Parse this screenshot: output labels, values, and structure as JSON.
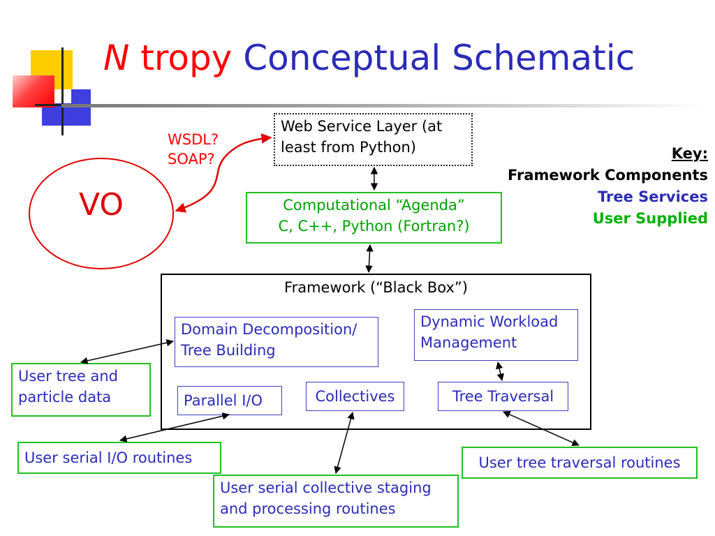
{
  "title": {
    "n": "N",
    "tropy": "tropy",
    "rest": "Conceptual Schematic"
  },
  "protocol_label": {
    "line1": "WSDL?",
    "line2": "SOAP?"
  },
  "vo_label": "VO",
  "web_service": {
    "line1": "Web Service Layer (at",
    "line2": "least from Python)"
  },
  "agenda": {
    "line1": "Computational “Agenda”",
    "line2": "C, C++, Python (Fortran?)"
  },
  "framework": {
    "label": "Framework (“Black Box”)",
    "domain_decomposition": {
      "line1": "Domain Decomposition/",
      "line2": "Tree Building"
    },
    "dynamic_workload": {
      "line1": "Dynamic Workload",
      "line2": "Management"
    },
    "parallel_io": "Parallel I/O",
    "collectives": "Collectives",
    "tree_traversal": "Tree Traversal"
  },
  "user_boxes": {
    "tree_particle": {
      "line1": "User tree and",
      "line2": "particle data"
    },
    "serial_io": "User serial I/O routines",
    "collective_staging": {
      "line1": "User serial collective staging",
      "line2": "and processing routines"
    },
    "tree_traversal_routines": "User tree traversal routines"
  },
  "key": {
    "title": "Key:",
    "framework_components": "Framework Components",
    "tree_services": "Tree Services",
    "user_supplied": "User Supplied"
  },
  "colors": {
    "title_red": "#ff0000",
    "title_blue": "#2b2bb8",
    "framework_black": "#000000",
    "tree_services_blue": "#2b2bb8",
    "user_supplied_green": "#00b000",
    "vo_red": "#e00000"
  }
}
